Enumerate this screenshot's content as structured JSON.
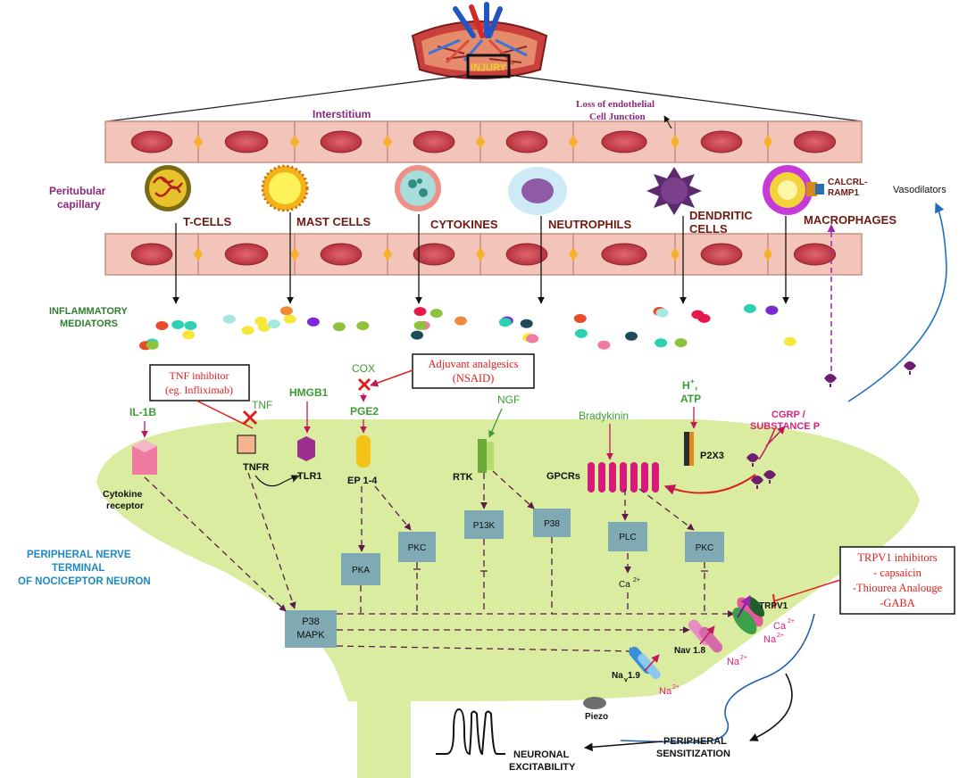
{
  "injury": {
    "label": "INJURY"
  },
  "interstitium": {
    "label": "Interstitium"
  },
  "endothelial": {
    "line1": "Loss of endothelial",
    "line2": "Cell Junction"
  },
  "capillary": {
    "line1": "Peritubular",
    "line2": "capillary"
  },
  "calcrl": {
    "line1": "CALCRL-",
    "line2": "RAMP1"
  },
  "vasodilators": {
    "label": "Vasodilators"
  },
  "cells": {
    "tcells": "T-CELLS",
    "mast": "MAST CELLS",
    "cytokines": "CYTOKINES",
    "neutrophils": "NEUTROPHILS",
    "dendritic1": "DENDRITIC",
    "dendritic2": "CELLS",
    "macrophages": "MACROPHAGES"
  },
  "mediators": {
    "line1": "INFLAMMATORY",
    "line2": "MEDIATORS"
  },
  "tnf_inhibitor": {
    "line1": "TNF inhibitor",
    "line2": "(eg. Infliximab)"
  },
  "adjuvant": {
    "line1": "Adjuvant analgesics",
    "line2": "(NSAID)"
  },
  "trpv1_inhibitors": {
    "line1": "TRPV1 inhibitors",
    "line2": "- capsaicin",
    "line3": "-Thiourea Analouge",
    "line4": "-GABA"
  },
  "ligands": {
    "il1b": "IL-1B",
    "tnf": "TNF",
    "hmgb1": "HMGB1",
    "cox": "COX",
    "pge2": "PGE2",
    "ngf": "NGF",
    "bradykinin": "Bradykinin",
    "h": "H",
    "h_sup": "+",
    "atp": "ATP",
    "cgrp1": "CGRP /",
    "cgrp2": "SUBSTANCE P"
  },
  "receptors": {
    "cytokine1": "Cytokine",
    "cytokine2": "receptor",
    "tnfr": "TNFR",
    "tlr1": "TLR1",
    "ep": "EP 1-4",
    "rtk": "RTK",
    "gpcrs": "GPCRs",
    "p2x3": "P2X3"
  },
  "kinases": {
    "pka": "PKA",
    "pkc1": "PKC",
    "p13k": "P13K",
    "p38": "P38",
    "plc": "PLC",
    "pkc2": "PKC",
    "p38mapk1": "P38",
    "p38mapk2": "MAPK"
  },
  "ions": {
    "ca": "Ca",
    "sup2": "2+",
    "na": "Na",
    "trpv1": "TRPV1",
    "nav18": "Nav 1.8",
    "nav19_pre": "Na",
    "nav19_sub": "v",
    "nav19_post": " 1.9",
    "piezo": "Piezo"
  },
  "terminal": {
    "line1": "PERIPHERAL NERVE",
    "line2": "TERMINAL",
    "line3": "OF NOCICEPTOR NEURON"
  },
  "sensitization": {
    "line1": "PERIPHERAL",
    "line2": "SENSITIZATION"
  },
  "excitability": {
    "line1": "NEURONAL",
    "line2": "EXCITABILITY"
  },
  "colors": {
    "cell_fill": "#f2c4ba",
    "nucleus": "#c8444f",
    "terminal": "#d9ec9f",
    "kinase": "#7fa9b3",
    "purple_text": "#8b2a7d",
    "green_text": "#2e7d32",
    "brown_text": "#6d1c12",
    "blue_text": "#1f8ac0",
    "red": "#e0201e",
    "magenta": "#d6197a",
    "dash": "#5b1a4a"
  }
}
